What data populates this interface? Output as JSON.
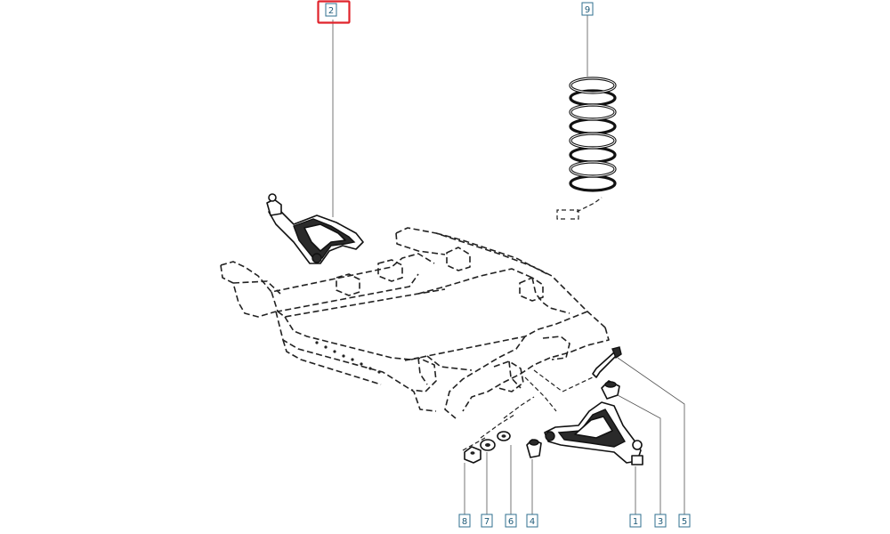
{
  "highlight_color": "#e0232b",
  "callout_color": "#2f6f8f",
  "callouts": [
    {
      "id": "2",
      "label": "2",
      "selected": true
    },
    {
      "id": "9",
      "label": "9",
      "selected": false
    },
    {
      "id": "8",
      "label": "8",
      "selected": false
    },
    {
      "id": "7",
      "label": "7",
      "selected": false
    },
    {
      "id": "6",
      "label": "6",
      "selected": false
    },
    {
      "id": "4",
      "label": "4",
      "selected": false
    },
    {
      "id": "1",
      "label": "1",
      "selected": false
    },
    {
      "id": "3",
      "label": "3",
      "selected": false
    },
    {
      "id": "5",
      "label": "5",
      "selected": false
    }
  ]
}
